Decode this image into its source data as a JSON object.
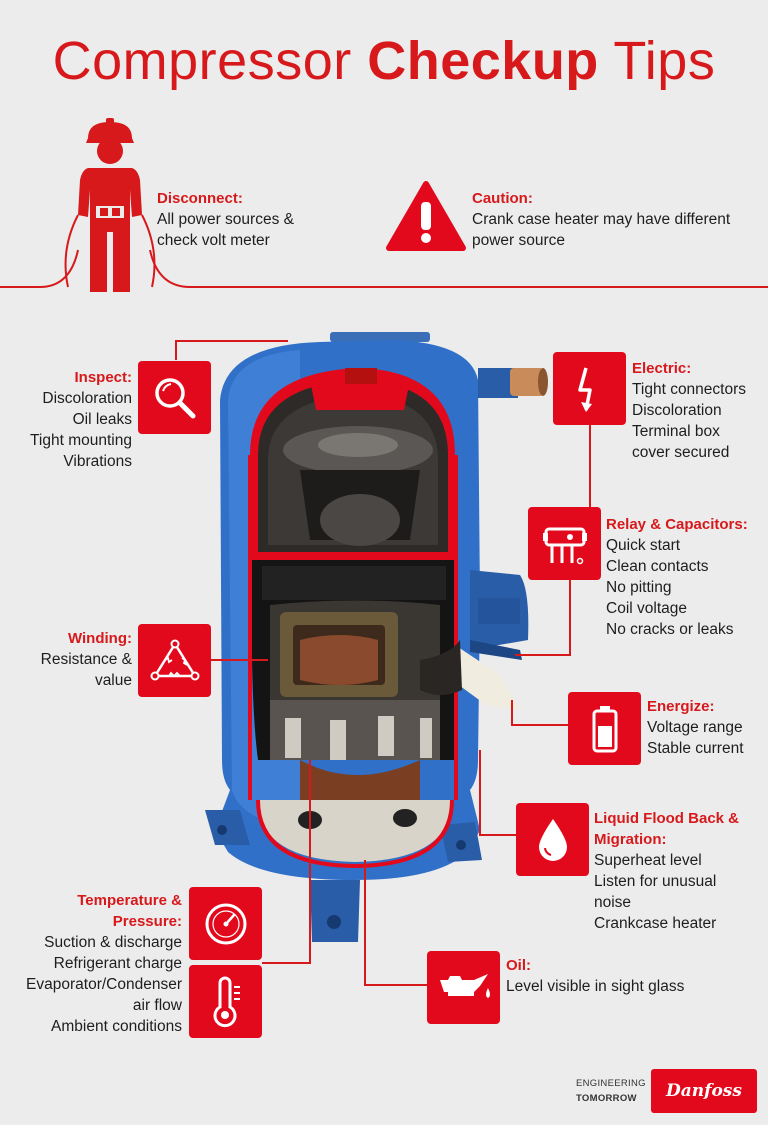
{
  "title": {
    "normal1": "Compressor",
    "bold": "Checkup",
    "normal2": "Tips"
  },
  "disconnect": {
    "label": "Disconnect:",
    "lines": [
      "All power sources &",
      "check volt meter"
    ]
  },
  "caution": {
    "label": "Caution:",
    "lines": [
      "Crank case heater may have different",
      "power source"
    ]
  },
  "inspect": {
    "label": "Inspect:",
    "lines": [
      "Discoloration",
      "Oil leaks",
      "Tight mounting",
      "Vibrations"
    ]
  },
  "electric": {
    "label": "Electric:",
    "lines": [
      "Tight connectors",
      "Discoloration",
      "Terminal box",
      "cover secured"
    ]
  },
  "relay": {
    "label": "Relay & Capacitors:",
    "lines": [
      "Quick start",
      "Clean contacts",
      "No pitting",
      "Coil voltage",
      "No cracks or leaks"
    ]
  },
  "winding": {
    "label": "Winding:",
    "lines": [
      "Resistance &",
      "value"
    ]
  },
  "energize": {
    "label": "Energize:",
    "lines": [
      "Voltage range",
      "Stable current"
    ]
  },
  "flood": {
    "label1": "Liquid Flood Back &",
    "label2": "Migration:",
    "lines": [
      "Superheat level",
      "Listen for unusual",
      "noise",
      "Crankcase heater"
    ]
  },
  "temperature": {
    "label1": "Temperature &",
    "label2": "Pressure:",
    "lines": [
      "Suction & discharge",
      "Refrigerant charge",
      "Evaporator/Condenser",
      "air flow",
      "Ambient conditions"
    ]
  },
  "oil": {
    "label": "Oil:",
    "lines": [
      "Level visible in sight glass"
    ]
  },
  "brand": {
    "line1": "ENGINEERING",
    "line2": "TOMORROW",
    "logo": "Danfoss"
  },
  "colors": {
    "accent": "#e3091d",
    "shell": "#2f6fc4",
    "background": "#ececec"
  }
}
